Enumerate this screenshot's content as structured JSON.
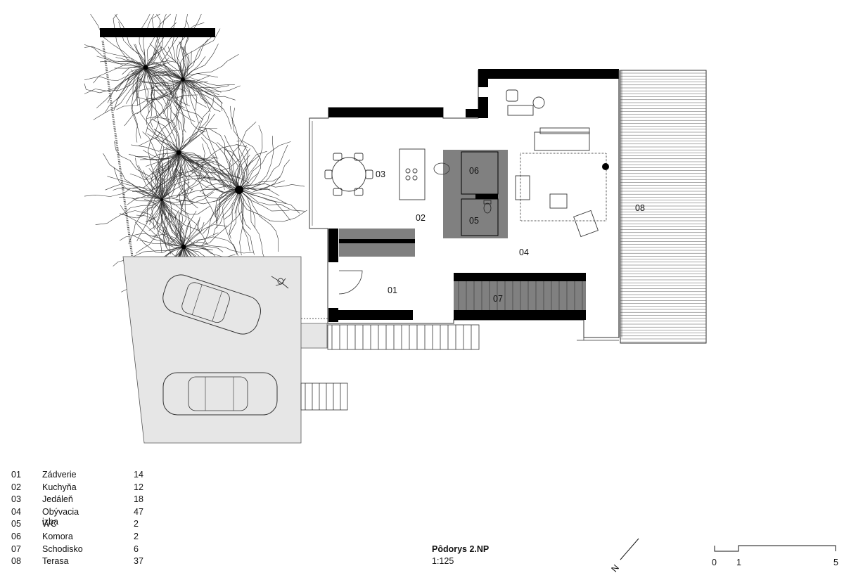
{
  "rooms": [
    {
      "no": "01",
      "name": "Zádverie",
      "area": "14"
    },
    {
      "no": "02",
      "name": "Kuchyňa",
      "area": "12"
    },
    {
      "no": "03",
      "name": "Jedáleň",
      "area": "18"
    },
    {
      "no": "04",
      "name": "Obývacia izba",
      "area": "47"
    },
    {
      "no": "05",
      "name": "WC",
      "area": "2"
    },
    {
      "no": "06",
      "name": "Komora",
      "area": "2"
    },
    {
      "no": "07",
      "name": "Schodisko",
      "area": "6"
    },
    {
      "no": "08",
      "name": "Terasa",
      "area": "37"
    }
  ],
  "title": {
    "name": "Pôdorys 2.NP",
    "scale": "1:125"
  },
  "scale_bar": {
    "labels": [
      "0",
      "1",
      "5"
    ]
  },
  "north_label": "N",
  "colors": {
    "wall": "#000000",
    "parking": "#e6e6e6",
    "core": "#808080",
    "line": "#222222"
  }
}
